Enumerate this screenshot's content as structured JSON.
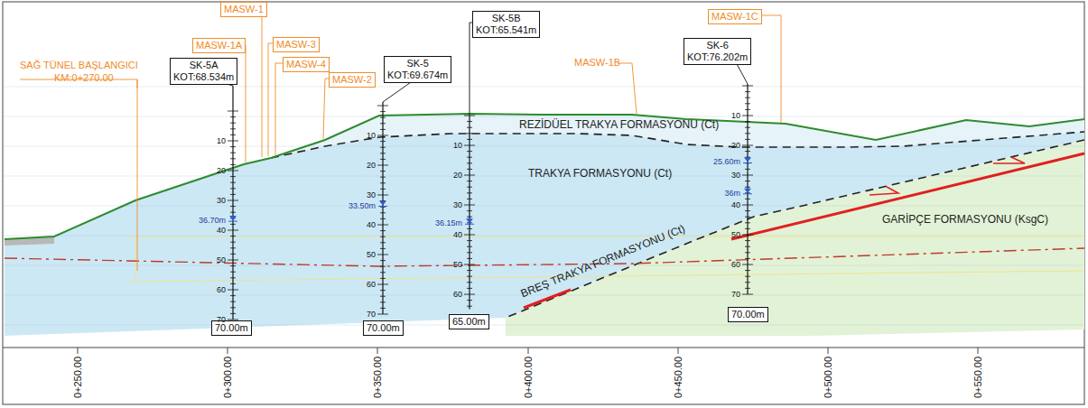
{
  "diagram": {
    "nodes": [
      {
        "text": [
          "MASW-1"
        ]
      },
      {
        "text": [
          "MASW-1A"
        ]
      },
      {
        "text": [
          "MASW-3"
        ]
      },
      {
        "text": [
          "MASW-4"
        ]
      },
      {
        "text": [
          "MASW-2"
        ]
      },
      {
        "text": [
          "MASW-1C"
        ]
      },
      {
        "text": [
          "SK-5A",
          "KOT:68.534m"
        ]
      },
      {
        "text": [
          "SK-5",
          "KOT:69.674m"
        ]
      },
      {
        "text": [
          "SK-5B",
          "KOT:65.541m"
        ]
      },
      {
        "text": [
          "SK-6",
          "KOT:76.202m"
        ]
      },
      {
        "text": [
          "70.00m"
        ]
      },
      {
        "text": [
          "70.00m"
        ]
      },
      {
        "text": [
          "65.00m"
        ]
      },
      {
        "text": [
          "70.00m"
        ]
      }
    ],
    "labels": [
      "SAĞ TÜNEL BAŞLANGICI",
      "KM:0+270.00",
      "MASW-1B",
      "REZİDÜEL TRAKYA FORMASYONU (Ct)",
      "TRAKYA FORMASYONU (Ct)",
      "GARİPÇE FORMASYONU (KsgC)",
      "BREŞ TRAKYA FORMASYONU (Ct)",
      "36.70m",
      "33.50m",
      "36.15m",
      "25.60m",
      "36m",
      "10",
      "20",
      "30",
      "40",
      "50",
      "60",
      "70",
      "10",
      "20",
      "30",
      "40",
      "50",
      "60",
      "70",
      "10",
      "20",
      "30",
      "40",
      "50",
      "60",
      "10",
      "20",
      "30",
      "40",
      "50",
      "60",
      "70",
      "0+250.00",
      "0+300.00",
      "0+350.00",
      "0+400.00",
      "0+450.00",
      "0+500.00",
      "0+550.00"
    ]
  }
}
